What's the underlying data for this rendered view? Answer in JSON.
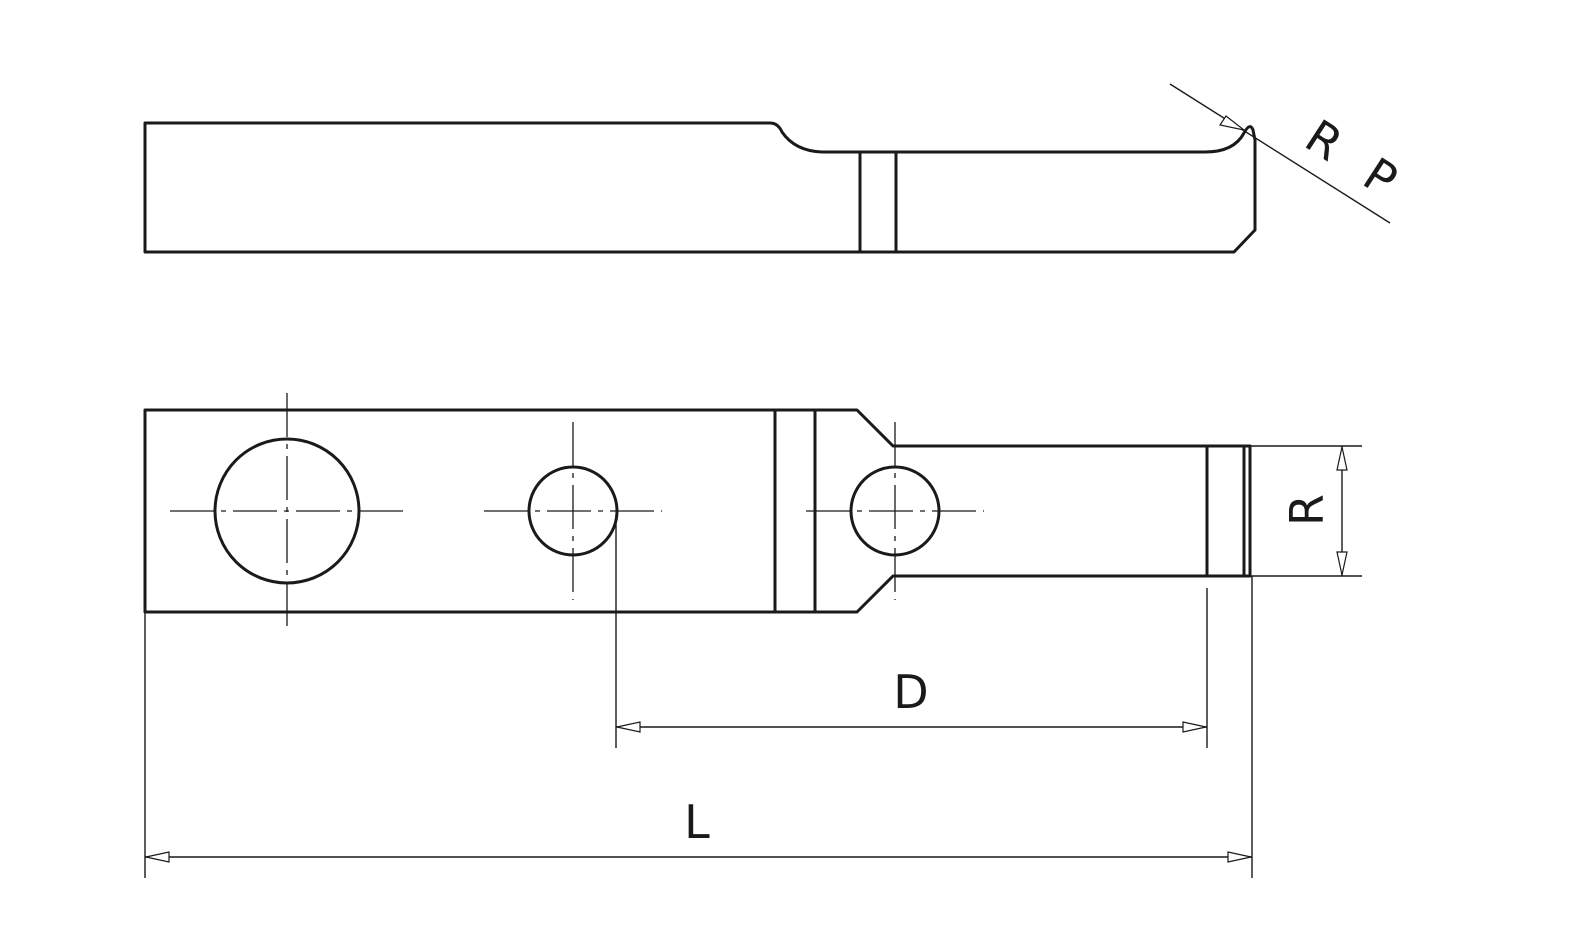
{
  "labels": {
    "rp_r": "R",
    "rp_p": "P",
    "r": "R",
    "d": "D",
    "l": "L"
  },
  "colors": {
    "line": "#1a1a1a",
    "background": "#ffffff"
  }
}
